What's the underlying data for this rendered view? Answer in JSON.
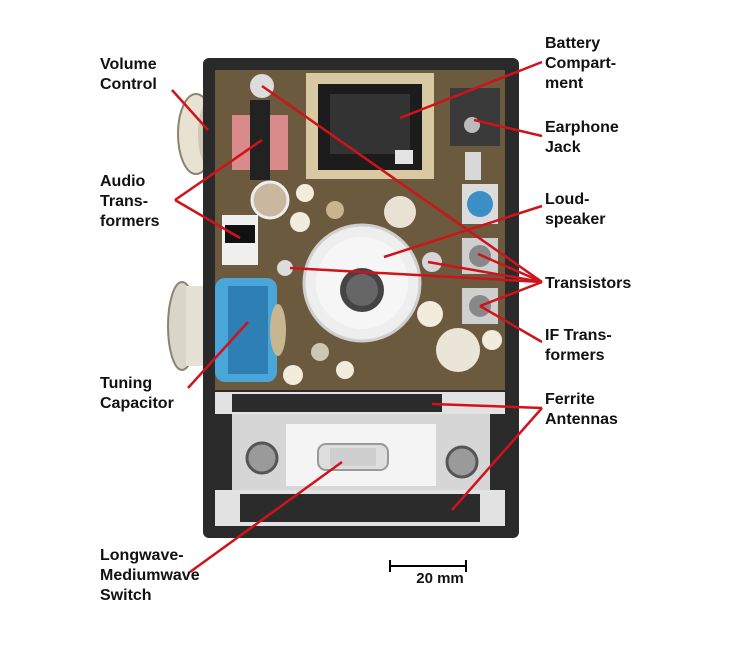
{
  "labels": {
    "volume_control": "Volume\nControl",
    "audio_transformers": "Audio\nTrans-\nformers",
    "tuning_capacitor": "Tuning\nCapacitor",
    "longwave_switch": "Longwave-\nMediumwave\nSwitch",
    "battery_compartment": "Battery\nCompart-\nment",
    "earphone_jack": "Earphone\nJack",
    "loudspeaker": "Loud-\nspeaker",
    "transistors": "Transistors",
    "if_transformers": "IF Trans-\nformers",
    "ferrite_antennas": "Ferrite\nAntennas"
  },
  "scale_bar": {
    "label": "20 mm"
  },
  "colors": {
    "leader_line": "#d0121b",
    "case": "#2a2a2a",
    "tuning_capacitor": "#4aa6d8",
    "coil": "#2b2b2b",
    "speaker": "#eeeeee",
    "board": "#6b5a3e"
  }
}
